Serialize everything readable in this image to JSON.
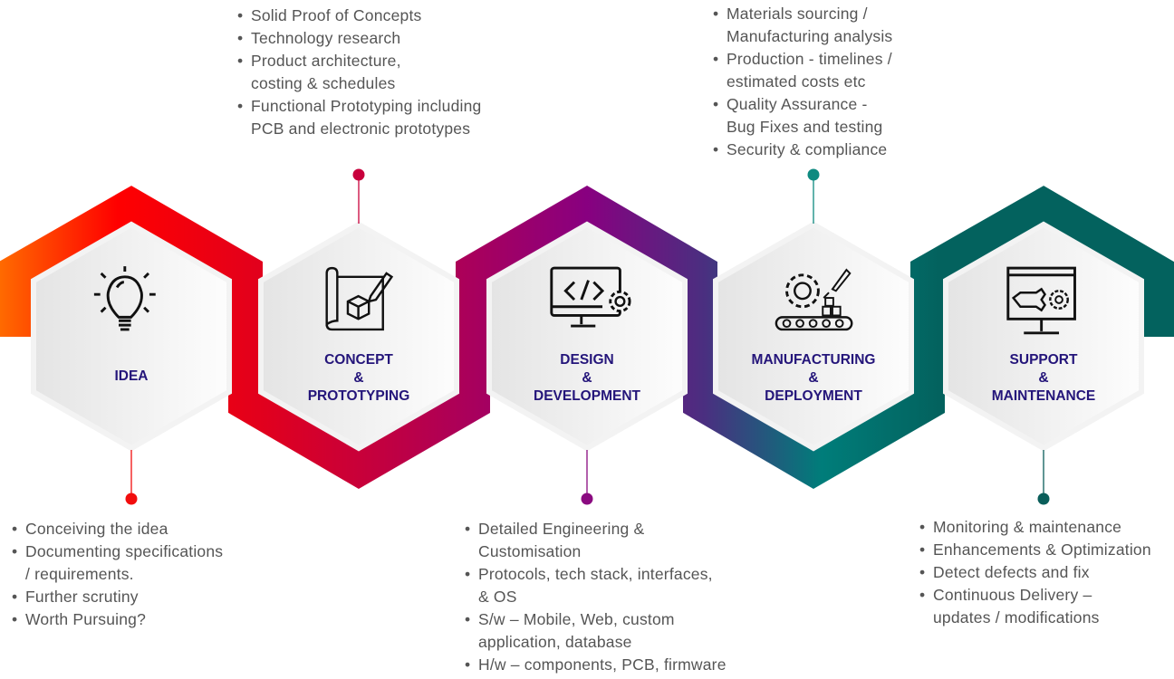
{
  "colors": {
    "label": "#24157a",
    "text": "#555555",
    "gradient": [
      "#ff6a00",
      "#ff0000",
      "#e2001c",
      "#c4003e",
      "#880080",
      "#4a2f80",
      "#007d7a",
      "#03625e"
    ]
  },
  "stages": [
    {
      "id": "idea",
      "icon": "lightbulb-icon",
      "title_lines": [
        "IDEA"
      ],
      "dot_color": "#f20d0d",
      "list_position": "bottom",
      "items": [
        [
          "Conceiving the idea"
        ],
        [
          "Documenting specifications",
          "/ requirements."
        ],
        [
          "Further scrutiny"
        ],
        [
          "Worth Pursuing?"
        ]
      ]
    },
    {
      "id": "concept",
      "icon": "blueprint-cube-icon",
      "title_lines": [
        "CONCEPT",
        "&",
        "PROTOTYPING"
      ],
      "dot_color": "#c8003c",
      "list_position": "top",
      "items": [
        [
          "Solid Proof of Concepts"
        ],
        [
          "Technology research"
        ],
        [
          "Product architecture,",
          "costing & schedules"
        ],
        [
          "Functional Prototyping including",
          "PCB and electronic prototypes"
        ]
      ]
    },
    {
      "id": "design",
      "icon": "code-monitor-gear-icon",
      "title_lines": [
        "DESIGN",
        "&",
        "DEVELOPMENT"
      ],
      "dot_color": "#8a0a80",
      "list_position": "bottom",
      "items": [
        [
          "Detailed Engineering &",
          "Customisation"
        ],
        [
          "Protocols, tech stack, interfaces,",
          "& OS"
        ],
        [
          "S/w – Mobile, Web, custom",
          "application, database"
        ],
        [
          "H/w – components, PCB, firmware"
        ]
      ]
    },
    {
      "id": "manufacturing",
      "icon": "conveyor-rocket-icon",
      "title_lines": [
        "MANUFACTURING",
        "&",
        "DEPLOYMENT"
      ],
      "dot_color": "#0e8a80",
      "list_position": "top",
      "items": [
        [
          "Materials sourcing  /",
          "Manufacturing analysis"
        ],
        [
          "Production  - timelines /",
          "estimated costs etc"
        ],
        [
          "Quality Assurance -",
          "Bug Fixes and testing"
        ],
        [
          "Security & compliance"
        ]
      ]
    },
    {
      "id": "support",
      "icon": "monitor-wrench-gear-icon",
      "title_lines": [
        "SUPPORT",
        "&",
        "MAINTENANCE"
      ],
      "dot_color": "#0a5e5a",
      "list_position": "bottom",
      "items": [
        [
          "Monitoring & maintenance"
        ],
        [
          "Enhancements & Optimization"
        ],
        [
          "Detect defects and fix"
        ],
        [
          "Continuous Delivery –",
          "updates / modifications"
        ]
      ]
    }
  ]
}
